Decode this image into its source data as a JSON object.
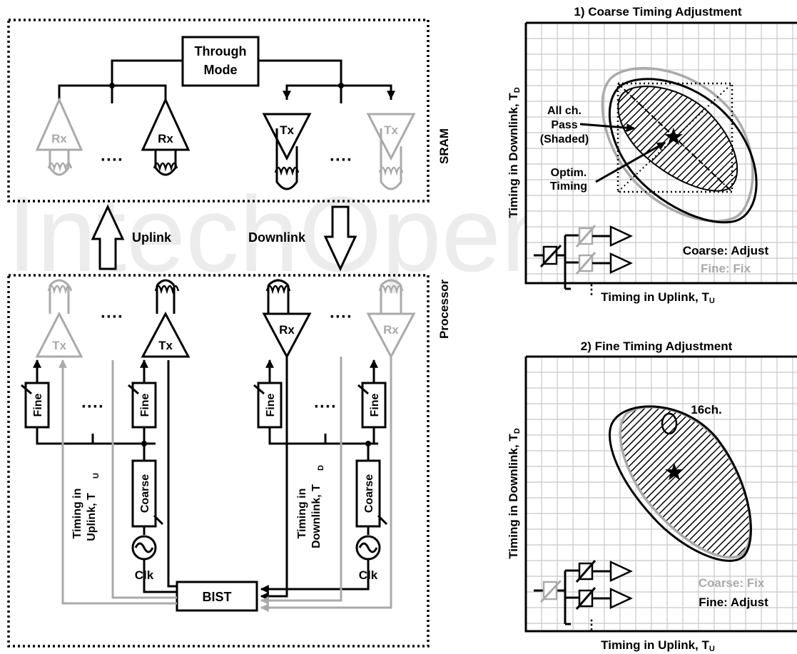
{
  "watermark": "IntechOpen",
  "left": {
    "through_mode": [
      "Through",
      "Mode"
    ],
    "sram_label": "SRAM",
    "processor_label": "Processor",
    "rx": "Rx",
    "tx": "Tx",
    "dots": "····",
    "uplink": "Uplink",
    "downlink": "Downlink",
    "fine": "Fine",
    "coarse": "Coarse",
    "clk": "Clk",
    "bist": "BIST",
    "timing_uplink": [
      "Timing in",
      "Uplink, T",
      "U"
    ],
    "timing_downlink": [
      "Timing in",
      "Downlink, T",
      "D"
    ]
  },
  "plot1": {
    "title": "1) Coarse Timing Adjustment",
    "xlabel": "Timing in Uplink, T",
    "xsub": "U",
    "ylabel": "Timing in Downlink, T",
    "ysub": "D",
    "all_pass": [
      "All ch.",
      "Pass",
      "(Shaded)"
    ],
    "optim": [
      "Optim.",
      "Timing"
    ],
    "coarse_label": "Coarse: Adjust",
    "fine_label": "Fine: Fix"
  },
  "plot2": {
    "title": "2) Fine Timing Adjustment",
    "xlabel": "Timing in Uplink, T",
    "xsub": "U",
    "ylabel": "Timing in Downlink, T",
    "ysub": "D",
    "ch_label": "16ch.",
    "coarse_label": "Coarse: Fix",
    "fine_label": "Fine: Adjust"
  },
  "colors": {
    "black": "#000000",
    "gray": "#aaaaaa",
    "grid": "#c8c8c8"
  }
}
